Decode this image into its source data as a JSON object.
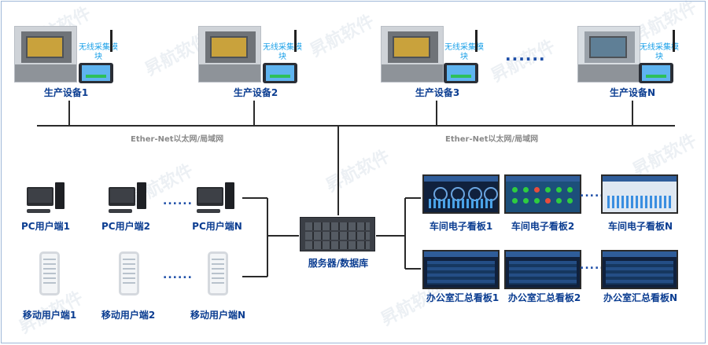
{
  "devices": [
    {
      "label": "生产设备1",
      "wireless": "无线采集模块"
    },
    {
      "label": "生产设备2",
      "wireless": "无线采集模块"
    },
    {
      "label": "生产设备3",
      "wireless": "无线采集模块"
    },
    {
      "label": "生产设备N",
      "wireless": "无线采集模块"
    }
  ],
  "ellipsis_devices": "......",
  "network": {
    "left_label": "Ether-Net以太网/局域网",
    "right_label": "Ether-Net以太网/局域网"
  },
  "pc_users": [
    "PC用户端1",
    "PC用户端2",
    "PC用户端N"
  ],
  "mobile_users": [
    "移动用户端1",
    "移动用户端2",
    "移动用户端N"
  ],
  "ellipsis_users": "......",
  "server": {
    "label": "服务器/数据库"
  },
  "workshop_boards": [
    "车间电子看板1",
    "车间电子看板2",
    "车间电子看板N"
  ],
  "office_boards": [
    "办公室汇总看板1",
    "办公室汇总看板2",
    "办公室汇总看板N"
  ],
  "ellipsis_boards": "......",
  "watermark": "昇航软件",
  "colors": {
    "label_text": "#0b3d91",
    "network_text": "#8a8a8a",
    "wireless_text": "#1aa0e8",
    "line": "#2a2a2a"
  }
}
